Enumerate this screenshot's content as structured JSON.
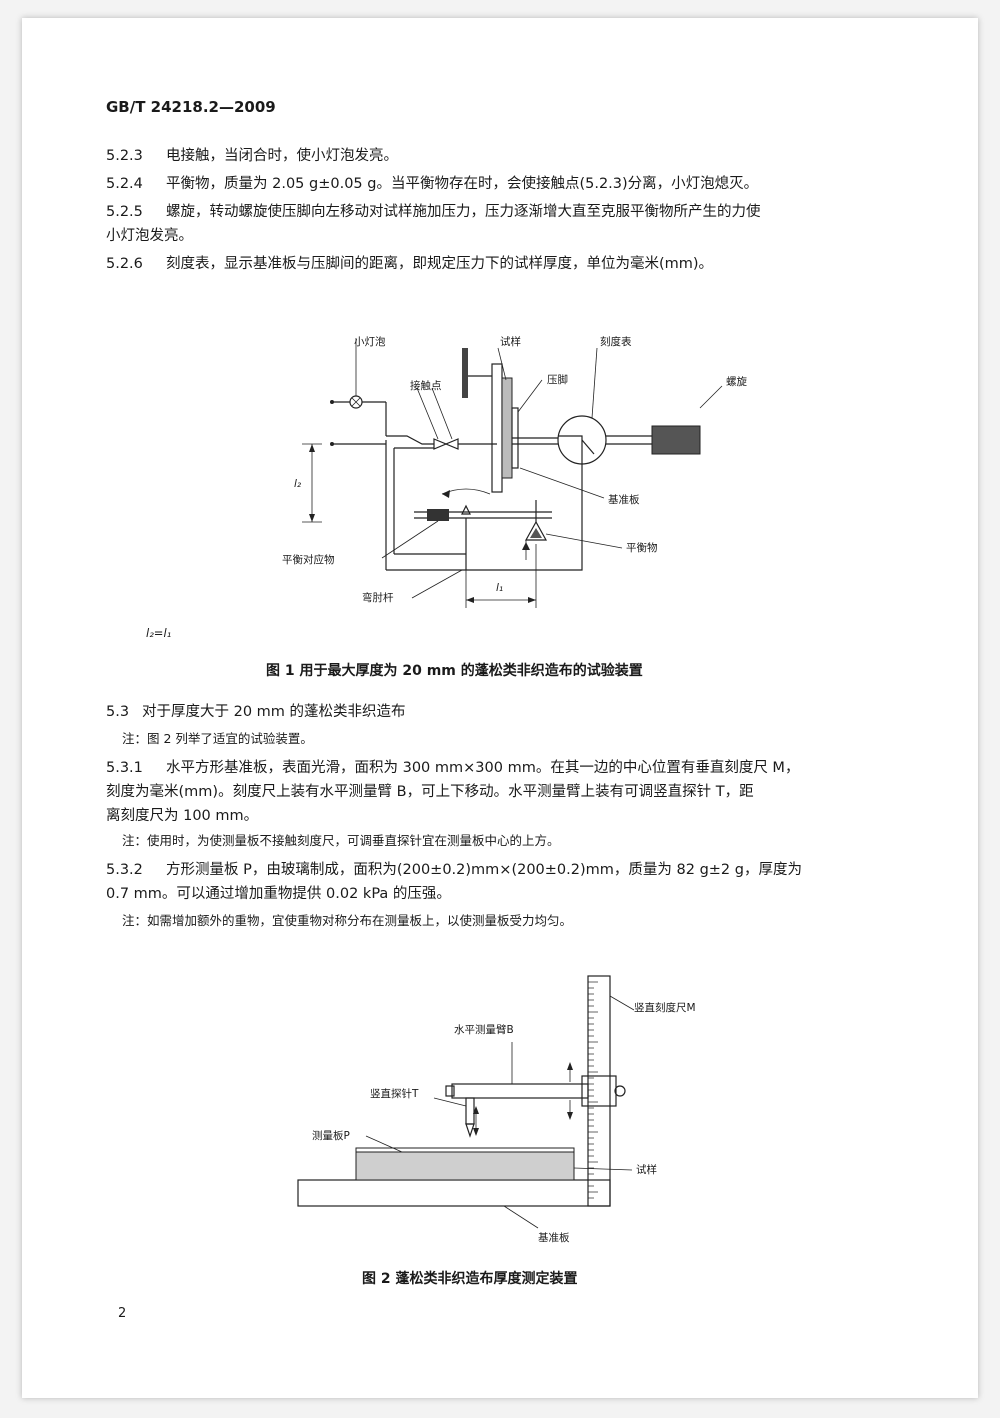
{
  "header": {
    "standard_code": "GB/T 24218.2—2009"
  },
  "sections": {
    "s523": {
      "num": "5.2.3",
      "text": "电接触，当闭合时，使小灯泡发亮。"
    },
    "s524": {
      "num": "5.2.4",
      "text": "平衡物，质量为 2.05 g±0.05 g。当平衡物存在时，会使接触点(5.2.3)分离，小灯泡熄灭。"
    },
    "s525": {
      "num": "5.2.5",
      "text": "螺旋，转动螺旋使压脚向左移动对试样施加压力，压力逐渐增大直至克服平衡物所产生的力使",
      "text2": "小灯泡发亮。"
    },
    "s526": {
      "num": "5.2.6",
      "text": "刻度表，显示基准板与压脚间的距离，即规定压力下的试样厚度，单位为毫米(mm)。"
    },
    "s53": {
      "num": "5.3",
      "text": "对于厚度大于 20 mm 的蓬松类非织造布"
    },
    "s53_note": "注：图 2 列举了适宜的试验装置。",
    "s531": {
      "num": "5.3.1",
      "text": "水平方形基准板，表面光滑，面积为 300 mm×300 mm。在其一边的中心位置有垂直刻度尺 M，",
      "text2": "刻度为毫米(mm)。刻度尺上装有水平测量臂 B，可上下移动。水平测量臂上装有可调竖直探针 T，距",
      "text3": "离刻度尺为 100 mm。"
    },
    "s531_note": "注：使用时，为使测量板不接触刻度尺，可调垂直探针宜在测量板中心的上方。",
    "s532": {
      "num": "5.3.2",
      "text": "方形测量板 P，由玻璃制成，面积为(200±0.2)mm×(200±0.2)mm，质量为 82 g±2 g，厚度为",
      "text2": "0.7 mm。可以通过增加重物提供 0.02 kPa 的压强。"
    },
    "s532_note": "注：如需增加额外的重物，宜使重物对称分布在测量板上，以使测量板受力均匀。"
  },
  "figure1": {
    "labels": {
      "bulb": "小灯泡",
      "contact": "接触点",
      "specimen": "试样",
      "presser_foot": "压脚",
      "dial": "刻度表",
      "screw": "螺旋",
      "l2": "l₂",
      "ref_plate": "基准板",
      "counterweight": "平衡对应物",
      "balance": "平衡物",
      "lever": "弯肘杆",
      "l1": "l₁"
    },
    "formula": "l₂=l₁",
    "caption": "图 1   用于最大厚度为 20 mm 的蓬松类非织造布的试验装置"
  },
  "figure2": {
    "labels": {
      "scale_m": "竖直刻度尺M",
      "arm_b": "水平测量臂B",
      "probe_t": "竖直探针T",
      "plate_p": "测量板P",
      "specimen": "试样",
      "ref_plate": "基准板"
    },
    "caption": "图 2   蓬松类非织造布厚度测定装置"
  },
  "footer": {
    "page_number": "2"
  }
}
